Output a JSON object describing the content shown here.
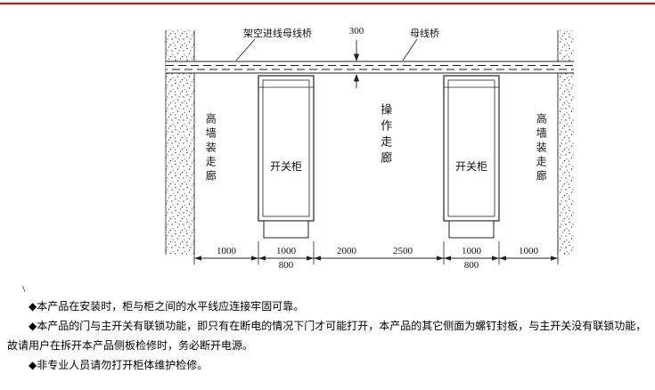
{
  "page": {
    "top_rule_color": "#ff0000"
  },
  "diagram": {
    "top_labels": {
      "overhead_busbar": "架空进线母线桥",
      "dim_300": "300",
      "busbar_bridge": "母线桥"
    },
    "area_labels": {
      "left_wall_corridor": "高墙装走廊",
      "left_cabinet": "开关柜",
      "operation_corridor": "操作走廊",
      "right_cabinet": "开关柜",
      "right_wall_corridor": "高墙装走廊"
    },
    "dimensions": {
      "left_corridor": "1000",
      "left_cabinet_top": "1000",
      "left_cabinet_bottom": "800",
      "middle_a": "2000",
      "middle_b": "2500",
      "right_cabinet_top": "1000",
      "right_cabinet_bottom": "800",
      "right_corridor": "1000"
    }
  },
  "notes": {
    "stray": "\\",
    "items": [
      "◆本产品在安装时，柜与柜之间的水平线应连接牢固可靠。",
      "◆本产品的门与主开关有联锁功能，即只有在断电的情况下门才可能打开，本产品的其它侧面为螺钉封板，与主开关没有联锁功能，故请用户在拆开本产品侧板检修时，务必断开电源。",
      "◆非专业人员请勿打开柜体维护检修。"
    ]
  }
}
